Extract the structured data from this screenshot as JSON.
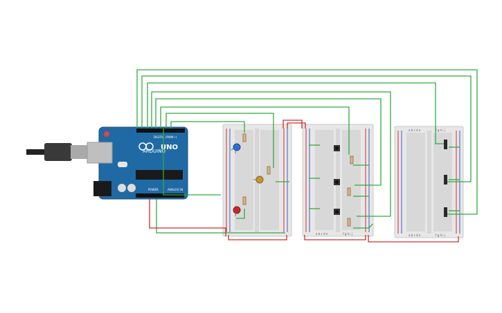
{
  "arduino": {
    "brand": "ARDUINO",
    "model": "UNO",
    "digital_label": "DIGITAL (PWM~)",
    "power_label": "POWER",
    "analog_label": "ANALOG IN"
  },
  "breadboard": {
    "column_letters_left": "a b c d e",
    "column_letters_right": "f g h i j"
  },
  "leds": [
    {
      "name": "blue",
      "color": "#2f6fd1"
    },
    {
      "name": "yellow",
      "color": "#c9932f"
    },
    {
      "name": "red",
      "color": "#c42a2a"
    }
  ],
  "colors": {
    "wire_green": "#2faa3f",
    "wire_red": "#d12c2c",
    "arduino_blue": "#1f6aa5",
    "breadboard": "#e7e7e7"
  }
}
